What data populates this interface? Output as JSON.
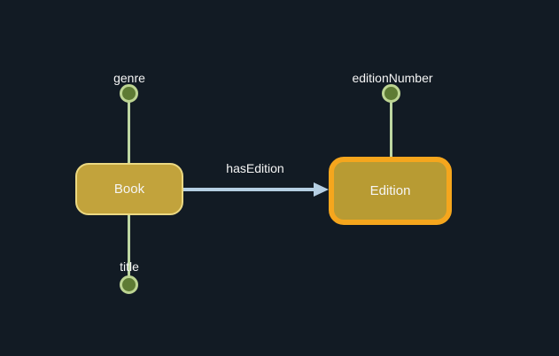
{
  "diagram": {
    "background_color": "#121b24",
    "text_color": "#f5f5f5",
    "class_nodes": [
      {
        "label": "Book",
        "selected": false,
        "fill": "#c2a33c",
        "border_color": "#ecd982"
      },
      {
        "label": "Edition",
        "selected": true,
        "fill": "#b89b33",
        "border_color": "#f5a61d"
      }
    ],
    "attribute_nodes": [
      {
        "label": "genre",
        "attached_to": "Book"
      },
      {
        "label": "title",
        "attached_to": "Book"
      },
      {
        "label": "editionNumber",
        "attached_to": "Edition"
      }
    ],
    "edges": [
      {
        "label": "hasEdition",
        "from": "Book",
        "to": "Edition",
        "color": "#b5cfe3"
      }
    ],
    "attribute_style": {
      "circle_fill": "#5e7b34",
      "circle_ring": "#bcd492",
      "line_color": "#bed7a2"
    }
  }
}
